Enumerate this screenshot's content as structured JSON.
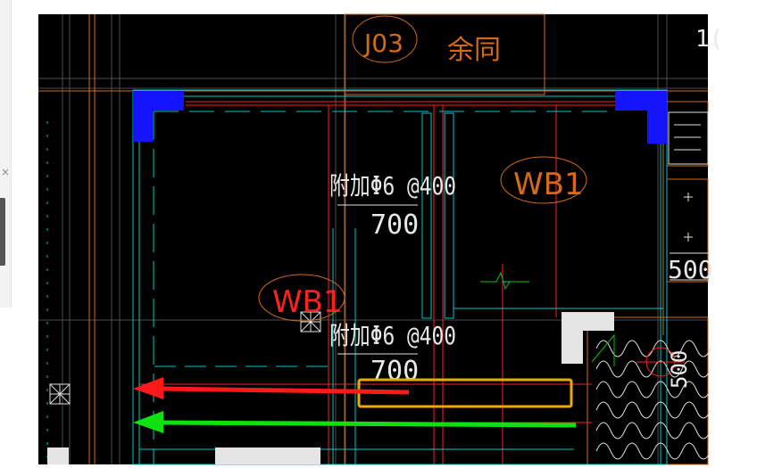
{
  "panel": {
    "close_glyph": "×"
  },
  "drawing": {
    "header_label": "余同",
    "ref_j03": "J03",
    "corner_text": "1(",
    "slab_tag_top": "WB1",
    "slab_tag_mid": "WB1",
    "rebar_note_top": "附加Φ6 @400",
    "dim_top": "700",
    "rebar_note_bottom": "附加Φ6 @400",
    "dim_bottom": "700",
    "dim_right": "500",
    "dim_right_vertical": "500"
  },
  "colors": {
    "background": "#000000",
    "cyan": "#00c8c8",
    "red": "#ff2020",
    "orange": "#d46a1a",
    "blue_fill": "#1414ff",
    "arrow_red": "#ff1a1a",
    "arrow_green": "#10e010",
    "highlight": "#f0a800"
  }
}
